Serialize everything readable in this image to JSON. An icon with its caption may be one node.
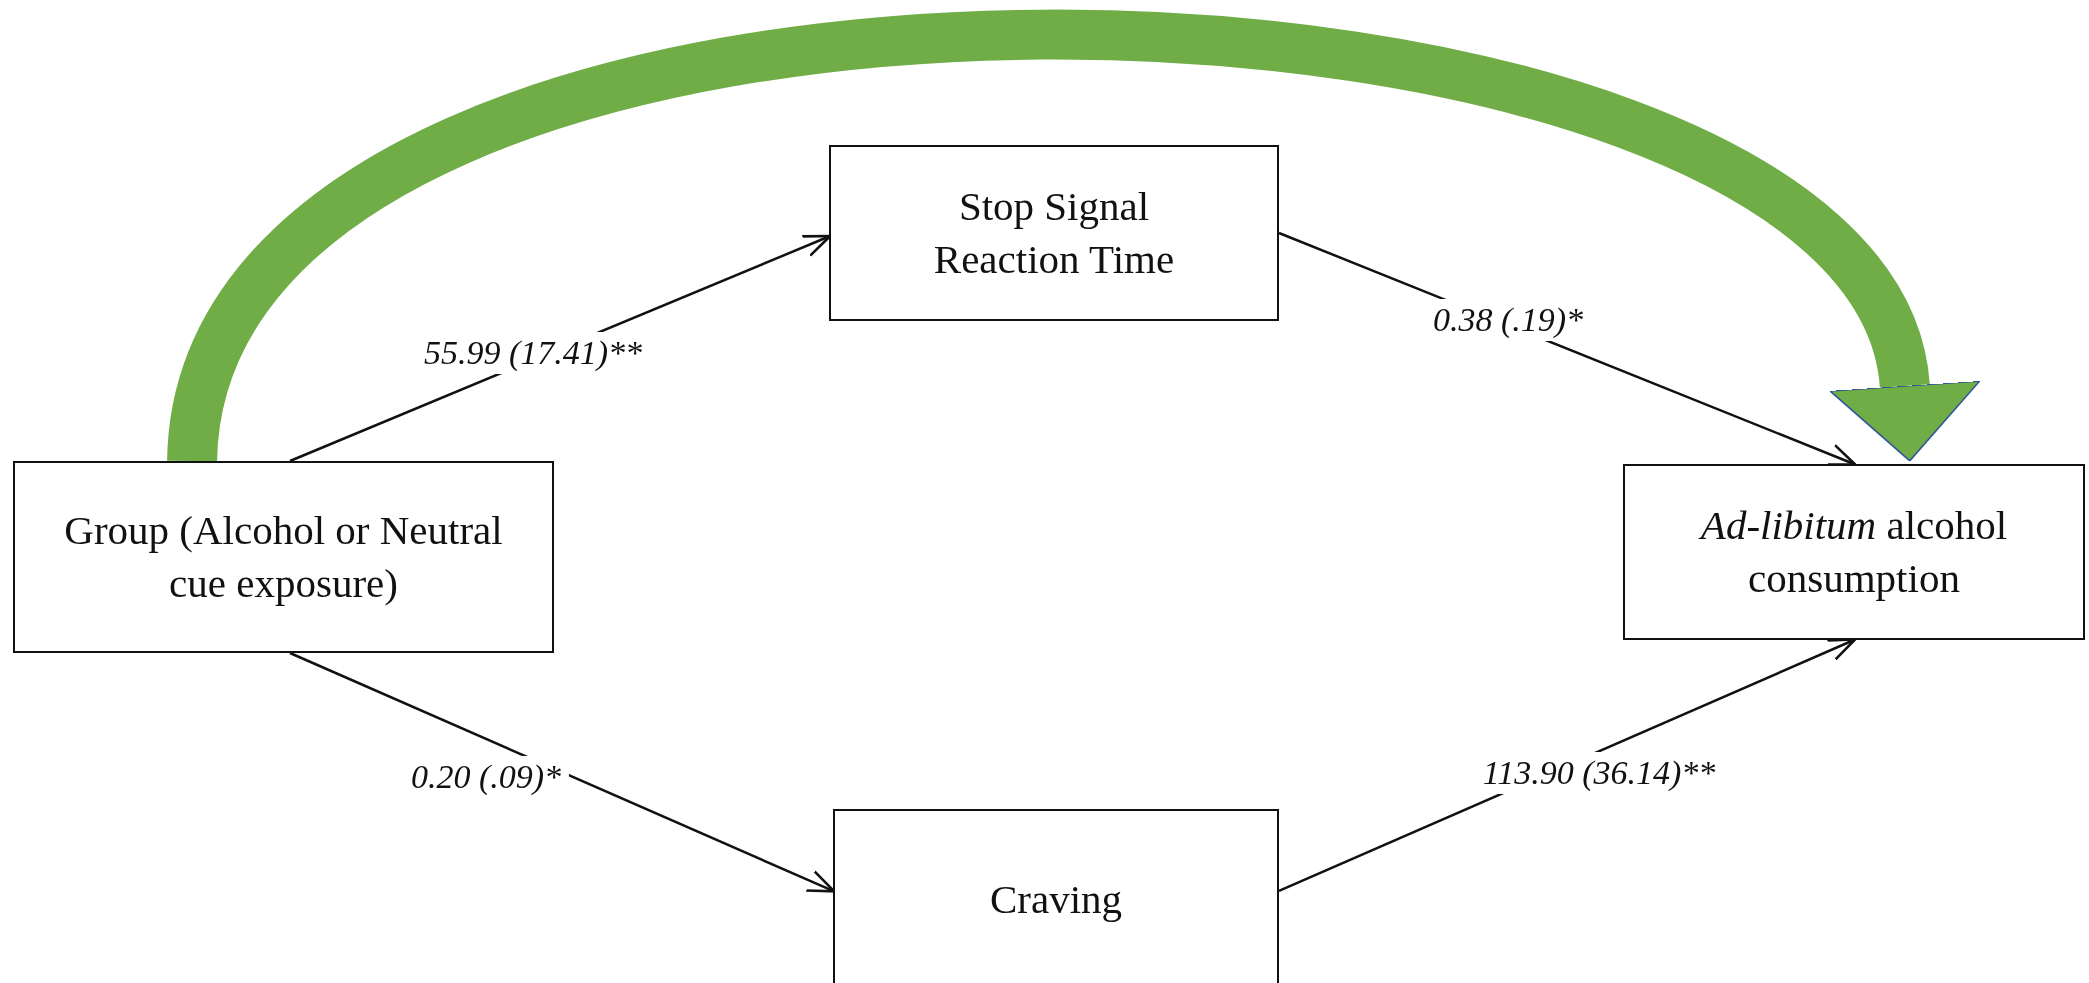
{
  "diagram": {
    "nodes": [
      {
        "text": [
          "Group (Alcohol or Neutral cue exposure)"
        ]
      },
      {
        "text": [
          "Stop Signal Reaction Time"
        ]
      },
      {
        "text": [
          "Craving"
        ]
      },
      {
        "text": [
          "*Ad-libitum* alcohol consumption"
        ]
      }
    ],
    "edges": [
      {
        "from": 0,
        "to": 1,
        "arrow": "to",
        "label": "55.99 (17.41)**"
      },
      {
        "from": 1,
        "to": 3,
        "arrow": "to",
        "label": "0.38 (.19)*"
      },
      {
        "from": 0,
        "to": 2,
        "arrow": "to",
        "label": "0.20 (.09)*"
      },
      {
        "from": 2,
        "to": 3,
        "arrow": "to",
        "label": "113.90 (36.14)**"
      },
      {
        "from": 0,
        "to": 3,
        "arrow": "to",
        "style": "thick",
        "color": "#70ad47"
      }
    ]
  }
}
